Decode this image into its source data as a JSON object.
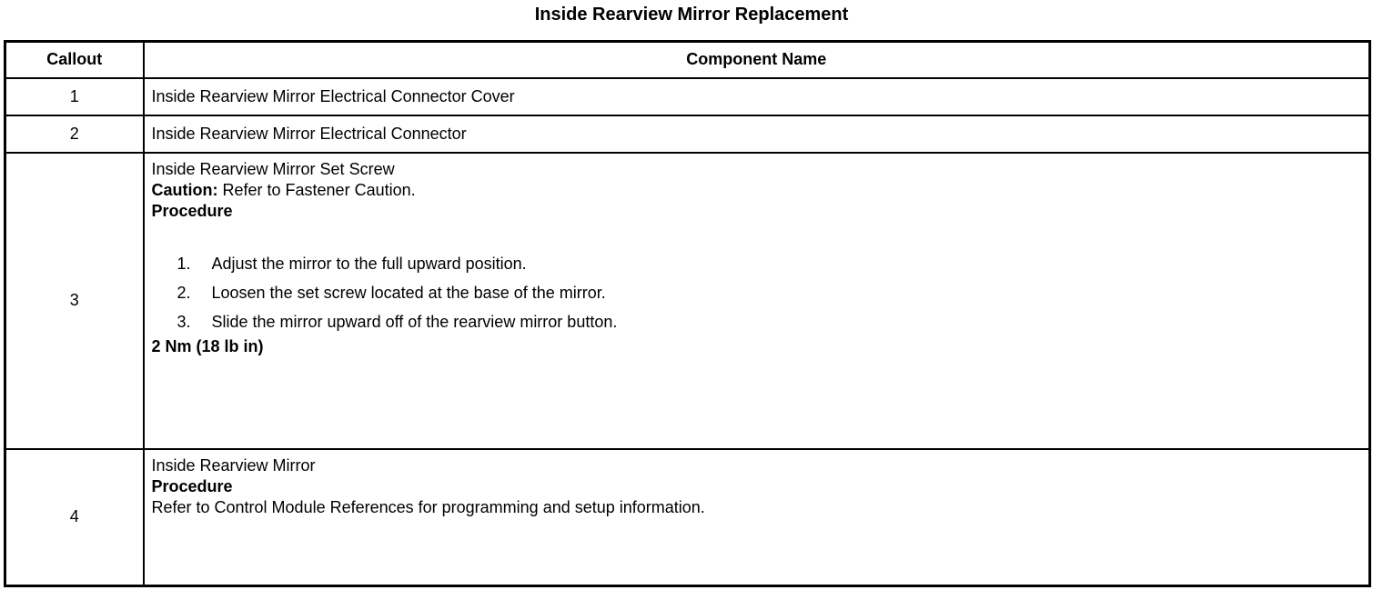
{
  "title": "Inside Rearview Mirror Replacement",
  "colors": {
    "text": "#000000",
    "background": "#ffffff",
    "border": "#000000"
  },
  "table": {
    "headers": {
      "callout": "Callout",
      "component": "Component Name"
    },
    "rows": [
      {
        "callout": "1",
        "name": "Inside Rearview Mirror Electrical Connector Cover"
      },
      {
        "callout": "2",
        "name": "Inside Rearview Mirror Electrical Connector"
      },
      {
        "callout": "3",
        "name": "Inside Rearview Mirror Set Screw",
        "caution_label": "Caution:",
        "caution_text": "Refer to Fastener Caution.",
        "procedure_label": "Procedure",
        "steps": [
          "Adjust the mirror to the full upward position.",
          "Loosen the set screw located at the base of the mirror.",
          "Slide the mirror upward off of the rearview mirror button."
        ],
        "torque": "2 Nm (18 lb in)"
      },
      {
        "callout": "4",
        "name": "Inside Rearview Mirror",
        "procedure_label": "Procedure",
        "note": "Refer to Control Module References for programming and setup information."
      }
    ]
  }
}
